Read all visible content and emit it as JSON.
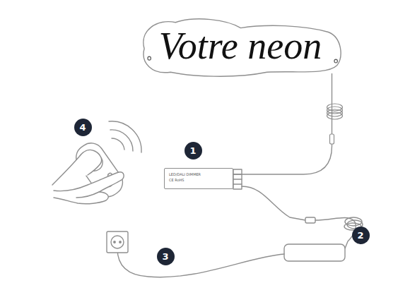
{
  "diagram": {
    "nodes": [
      {
        "text": [
          "Votre neon"
        ]
      },
      {
        "text": [
          "4"
        ]
      },
      {
        "text": [
          "1"
        ]
      },
      {
        "text": [
          "LED/DALI DIMMER",
          "CE RoHS"
        ]
      },
      {
        "text": [
          "2"
        ]
      },
      {
        "text": [
          "3"
        ]
      }
    ],
    "edges": [
      {
        "from": 0,
        "to": 3,
        "arrow": "none"
      }
    ]
  }
}
